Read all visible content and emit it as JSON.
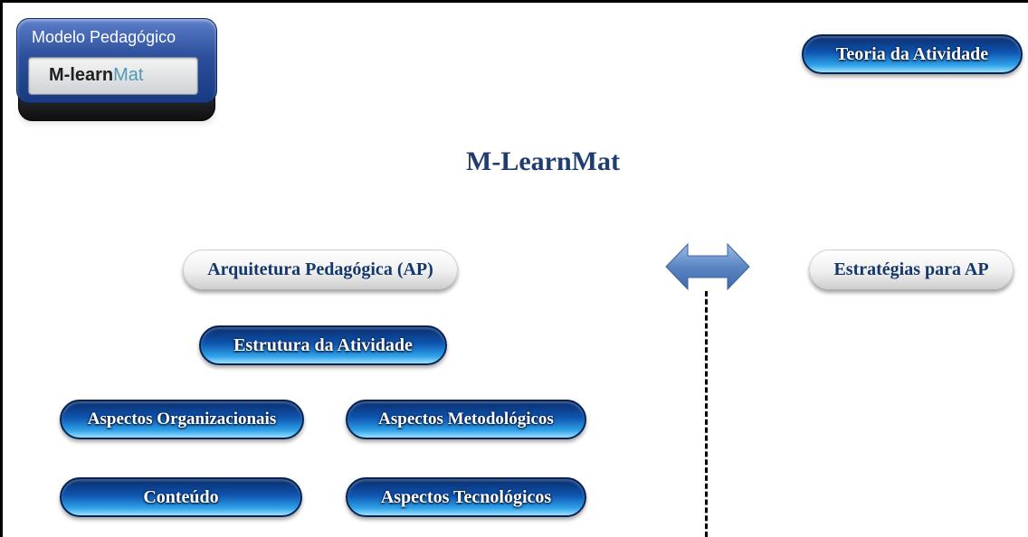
{
  "logo": {
    "title": "Modelo Pedagógico",
    "name_part1": "M-learn",
    "name_part2": "Mat"
  },
  "main_title": "M-LearnMat",
  "nodes": {
    "teoria": "Teoria da Atividade",
    "arquitetura": "Arquitetura Pedagógica (AP)",
    "estrategias": "Estratégias para AP",
    "estrutura": "Estrutura da Atividade",
    "organizacionais": "Aspectos Organizacionais",
    "metodologicos": "Aspectos Metodológicos",
    "conteudo": "Conteúdo",
    "tecnologicos": "Aspectos Tecnológicos"
  },
  "colors": {
    "title": "#1f3d6e",
    "pill_blue": "#0f55b0",
    "pill_gray_text": "#14386a",
    "arrow": "#5b86c3"
  }
}
